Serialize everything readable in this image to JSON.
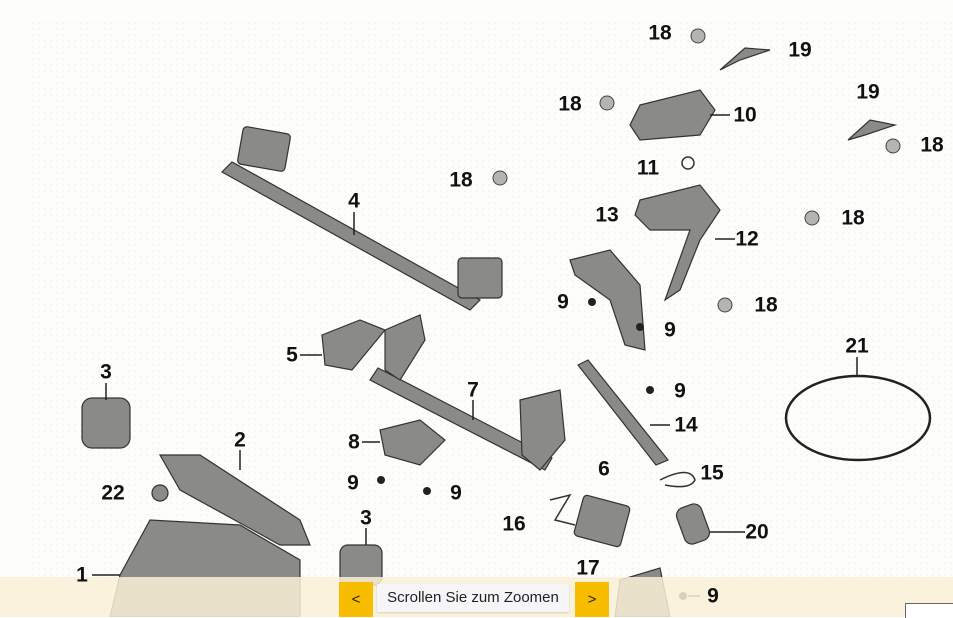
{
  "diagram": {
    "callouts": [
      "18",
      "19",
      "18",
      "10",
      "19",
      "18",
      "11",
      "18",
      "4",
      "13",
      "12",
      "18",
      "9",
      "9",
      "18",
      "5",
      "21",
      "3",
      "7",
      "9",
      "14",
      "2",
      "8",
      "6",
      "15",
      "9",
      "9",
      "22",
      "3",
      "16",
      "20",
      "17",
      "1",
      "9"
    ]
  },
  "zoom_bar": {
    "prev_label": "<",
    "hint": "Scrollen Sie zum Zoomen",
    "next_label": ">"
  }
}
